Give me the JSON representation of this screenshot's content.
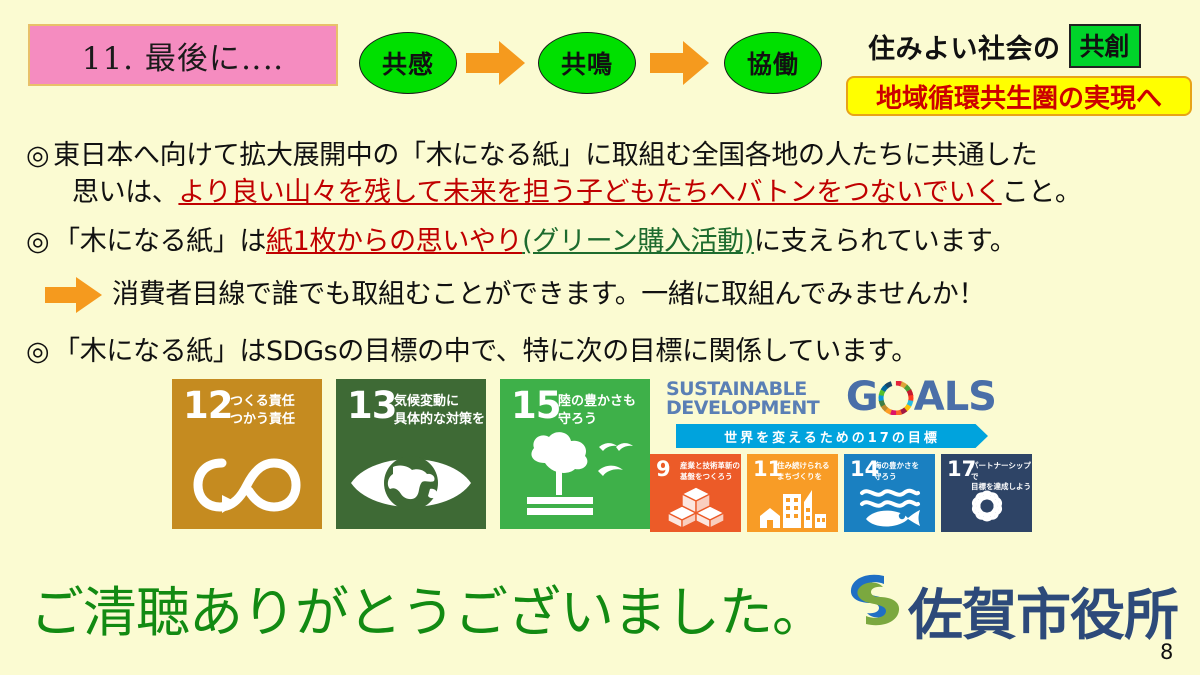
{
  "slide": {
    "background_color": "#fbfbd2",
    "page_number": "8"
  },
  "header": {
    "title": "11. 最後に‥‥",
    "flow": {
      "steps": [
        "共感",
        "共鳴",
        "協働"
      ],
      "arrow_icon": "right-arrow-icon",
      "arrow_color": "#f59a1e",
      "ellipse_color": "#00e000"
    },
    "tagline": {
      "lead": "住みよい社会の",
      "chip": "共創",
      "chip_color": "#00d42a"
    },
    "banner": {
      "text": "地域循環共生圏の実現へ",
      "background_color": "#ffff00",
      "text_color": "#cc0000"
    }
  },
  "body": {
    "bullet_mark": "◎",
    "arrow_mark": "right-arrow-icon",
    "line1": {
      "part1": "東日本へ向けて拡大展開中の「木になる紙」に取組む全国各地の人たちに共通した",
      "part2_plain": "思いは、",
      "part2_red": "より良い山々を残して未来を担う子どもたちへバトンをつないでいく",
      "part2_tail": "こと。"
    },
    "line2": {
      "plain1": "「木になる紙」は",
      "red": "紙1枚からの思いやり",
      "green": "(グリーン購入活動)",
      "plain2": "に支えられています。"
    },
    "line3": "消費者目線で誰でも取組むことができます。一緒に取組んでみませんか！",
    "line4": "「木になる紙」はSDGsの目標の中で、特に次の目標に関係しています。"
  },
  "sdgs": {
    "logo": {
      "word_line1": "SUSTAINABLE",
      "word_line2": "DEVELOPMENT",
      "goals": "GOALS",
      "ribbon": "世界を変えるための17の目標"
    },
    "large_goals": [
      {
        "number": "12",
        "caption": "つくる責任\nつかう責任",
        "color": "#c58b20",
        "icon": "infinity-loop-icon"
      },
      {
        "number": "13",
        "caption": "気候変動に\n具体的な対策を",
        "color": "#3e6a35",
        "icon": "eye-globe-icon"
      },
      {
        "number": "15",
        "caption": "陸の豊かさも\n守ろう",
        "color": "#3eb049",
        "icon": "tree-birds-icon"
      }
    ],
    "small_goals": [
      {
        "number": "9",
        "caption": "産業と技術革新の\n基盤をつくろう",
        "color": "#ec5b28",
        "icon": "cubes-icon"
      },
      {
        "number": "11",
        "caption": "住み続けられる\nまちづくりを",
        "color": "#f89c26",
        "icon": "buildings-icon"
      },
      {
        "number": "14",
        "caption": "海の豊かさを\n守ろう",
        "color": "#1a80c1",
        "icon": "fish-waves-icon"
      },
      {
        "number": "17",
        "caption": "パートナーシップで\n目標を達成しよう",
        "color": "#2e4466",
        "icon": "interlocked-rings-icon"
      }
    ]
  },
  "footer": {
    "thanks": "ご清聴ありがとうございました。",
    "organization": "佐賀市役所",
    "logo_icon": "saga-city-swirl-logo",
    "logo_colors": {
      "blue": "#1f6fc4",
      "green": "#7ba83f"
    }
  }
}
